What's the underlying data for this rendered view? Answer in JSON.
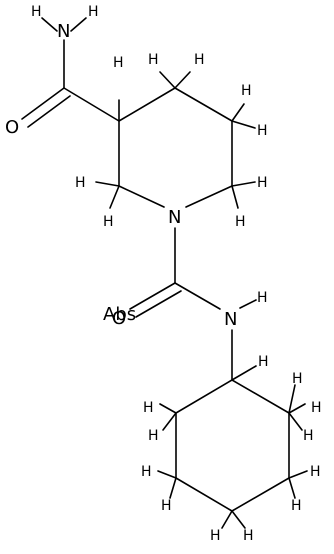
{
  "molecule": {
    "atoms": {
      "n_amide_top": "N",
      "o_amide_top": "O",
      "n_ring": "N",
      "o_urea": "O",
      "n_urea": "N",
      "o_overlay": "Abs"
    },
    "hydrogen": "H"
  }
}
